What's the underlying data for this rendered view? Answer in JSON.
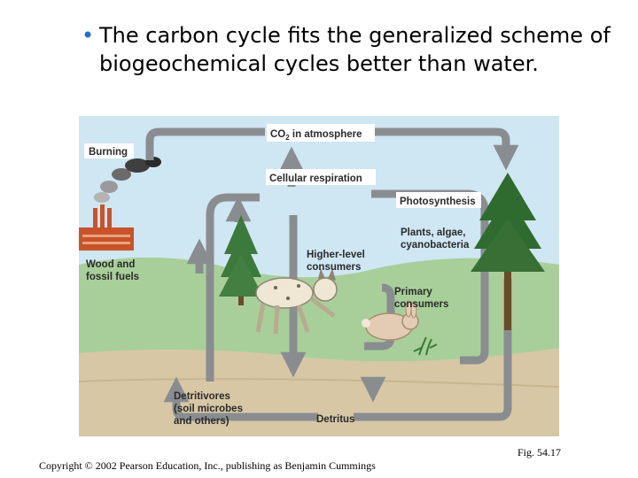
{
  "slide": {
    "bullet": "The carbon cycle fits the generalized scheme of biogeochemical cycles better than water.",
    "caption": "Fig. 54.17",
    "copyright": "Copyright © 2002 Pearson Education, Inc., publishing as Benjamin Cummings"
  },
  "diagram": {
    "co2_prefix": "CO",
    "co2_sub": "2",
    "co2_suffix": " in atmosphere",
    "burning": "Burning",
    "cellular_respiration": "Cellular respiration",
    "photosynthesis": "Photosynthesis",
    "plants_line1": "Plants, algae,",
    "plants_line2": "cyanobacteria",
    "wood_line1": "Wood and",
    "wood_line2": "fossil fuels",
    "higher_line1": "Higher-level",
    "higher_line2": "consumers",
    "primary_line1": "Primary",
    "primary_line2": "consumers",
    "detritivores_line1": "Detritivores",
    "detritivores_line2": "(soil microbes",
    "detritivores_line3": "and others)",
    "detritus": "Detritus"
  },
  "colors": {
    "sky": "#cfe6f3",
    "hill": "#a8cf9a",
    "soil": "#d7c7a5",
    "arrow": "#8a8d90",
    "label_box": "#ffffff",
    "bullet": "#1f6fd1"
  }
}
